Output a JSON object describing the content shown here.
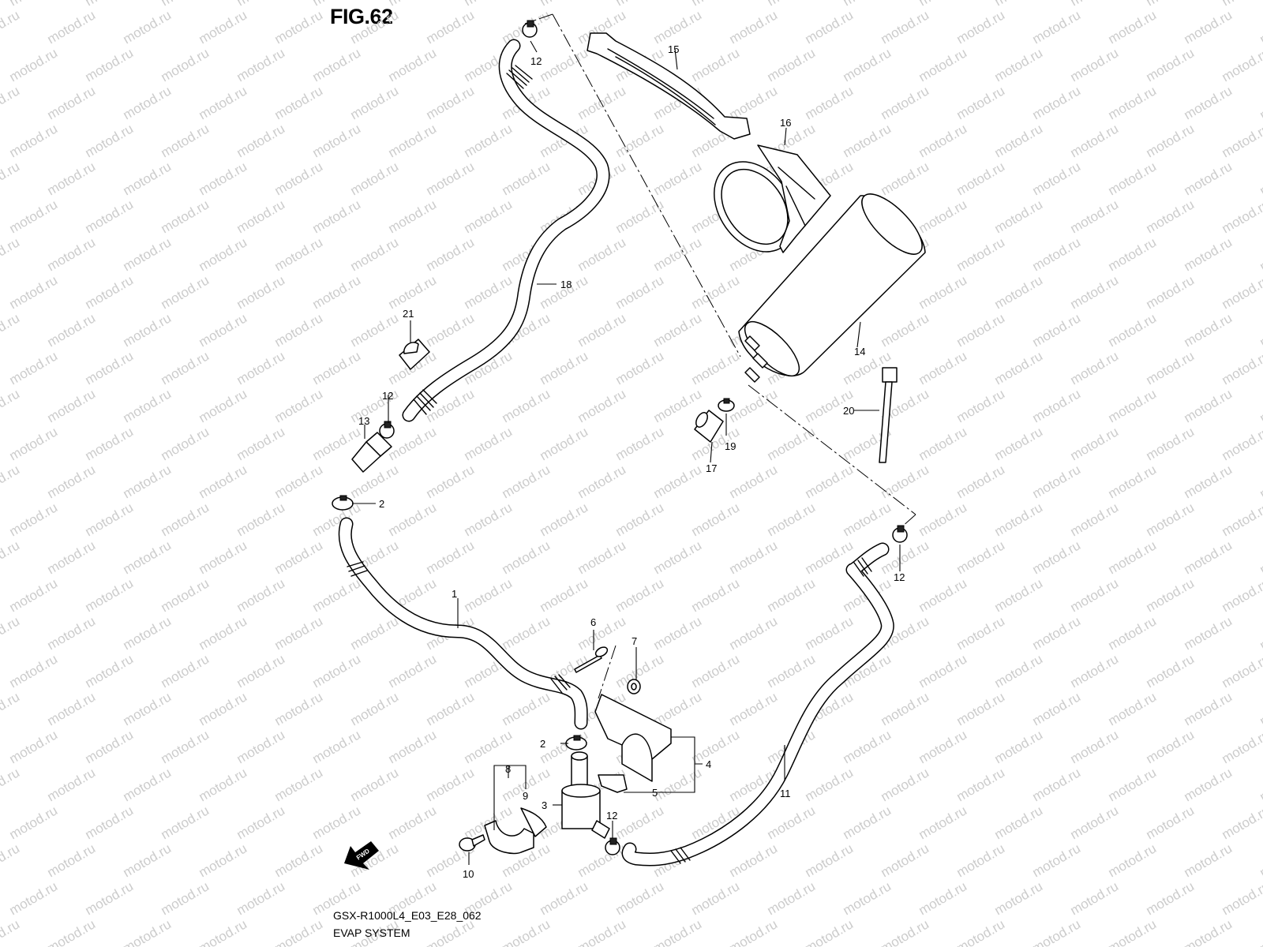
{
  "figure": {
    "title": "FIG.62",
    "model_code": "GSX-R1000L4_E03_E28_062",
    "system_name": "EVAP SYSTEM",
    "watermark": "motod.ru",
    "fwd_label": "FWD"
  },
  "parts": [
    {
      "id": "p1",
      "label": "1",
      "icon": "hose-icon"
    },
    {
      "id": "p2a",
      "label": "2",
      "icon": "clamp-icon"
    },
    {
      "id": "p2b",
      "label": "2",
      "icon": "clamp-icon"
    },
    {
      "id": "p3",
      "label": "3",
      "icon": "valve-icon"
    },
    {
      "id": "p4",
      "label": "4",
      "icon": "bracket-icon"
    },
    {
      "id": "p5",
      "label": "5",
      "icon": "bracket-clip-icon"
    },
    {
      "id": "p6",
      "label": "6",
      "icon": "rivet-icon"
    },
    {
      "id": "p7",
      "label": "7",
      "icon": "washer-icon"
    },
    {
      "id": "p8",
      "label": "8",
      "icon": "clamp-band-icon"
    },
    {
      "id": "p9",
      "label": "9",
      "icon": "clamp-band-icon"
    },
    {
      "id": "p10",
      "label": "10",
      "icon": "screw-icon"
    },
    {
      "id": "p11",
      "label": "11",
      "icon": "hose-icon"
    },
    {
      "id": "p12a",
      "label": "12",
      "icon": "clamp-icon"
    },
    {
      "id": "p12b",
      "label": "12",
      "icon": "clamp-icon"
    },
    {
      "id": "p12c",
      "label": "12",
      "icon": "clamp-icon"
    },
    {
      "id": "p12d",
      "label": "12",
      "icon": "clamp-icon"
    },
    {
      "id": "p13",
      "label": "13",
      "icon": "connector-icon"
    },
    {
      "id": "p14",
      "label": "14",
      "icon": "canister-icon"
    },
    {
      "id": "p15",
      "label": "15",
      "icon": "strap-icon"
    },
    {
      "id": "p16",
      "label": "16",
      "icon": "cushion-icon"
    },
    {
      "id": "p17",
      "label": "17",
      "icon": "cap-icon"
    },
    {
      "id": "p18",
      "label": "18",
      "icon": "hose-icon"
    },
    {
      "id": "p19",
      "label": "19",
      "icon": "clamp-icon"
    },
    {
      "id": "p20",
      "label": "20",
      "icon": "cable-tie-icon"
    },
    {
      "id": "p21",
      "label": "21",
      "icon": "hose-clip-icon"
    }
  ]
}
